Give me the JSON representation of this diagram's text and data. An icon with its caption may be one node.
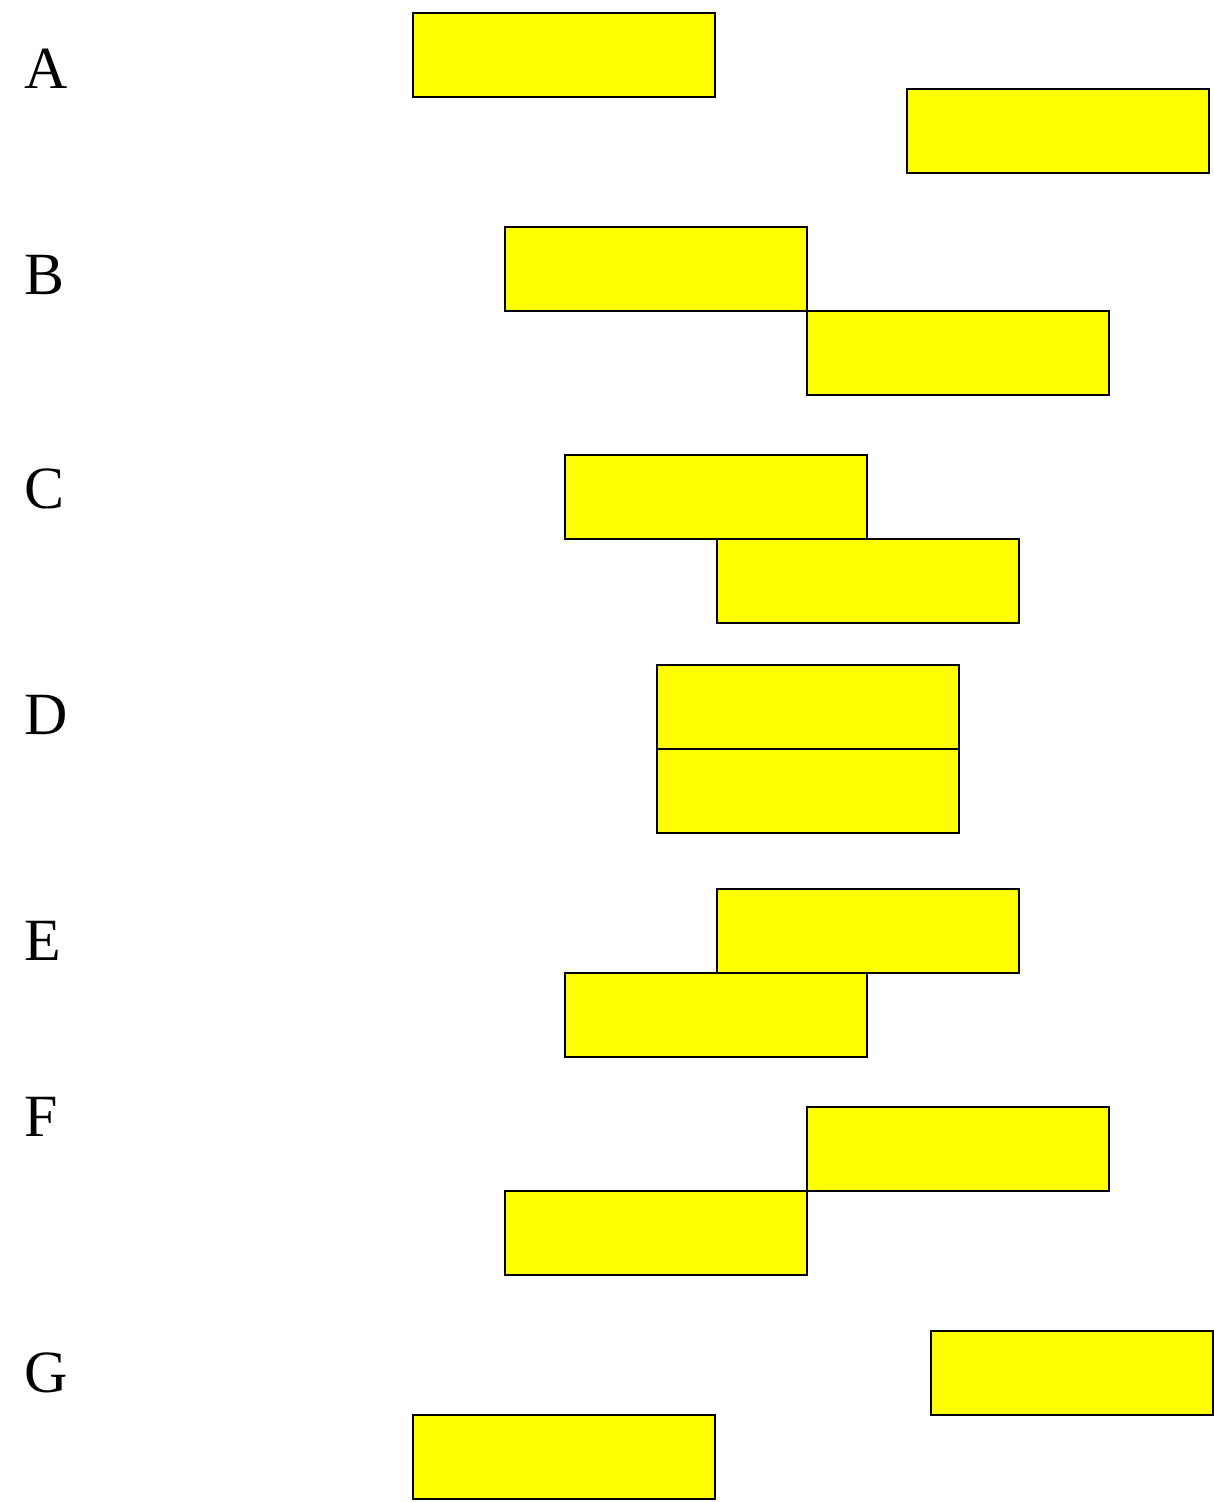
{
  "diagram": {
    "nodes": [
      {
        "text": [],
        "shape": "box"
      },
      {
        "text": [],
        "shape": "box"
      },
      {
        "text": [],
        "shape": "box"
      },
      {
        "text": [],
        "shape": "box"
      },
      {
        "text": [],
        "shape": "box"
      },
      {
        "text": [],
        "shape": "box"
      },
      {
        "text": [],
        "shape": "box"
      },
      {
        "text": [],
        "shape": "box"
      },
      {
        "text": [],
        "shape": "box"
      },
      {
        "text": [],
        "shape": "box"
      },
      {
        "text": [],
        "shape": "box"
      },
      {
        "text": [],
        "shape": "box"
      },
      {
        "text": [],
        "shape": "box"
      },
      {
        "text": [],
        "shape": "box"
      }
    ],
    "labels": [
      "A",
      "B",
      "C",
      "D",
      "E",
      "F",
      "G"
    ]
  }
}
